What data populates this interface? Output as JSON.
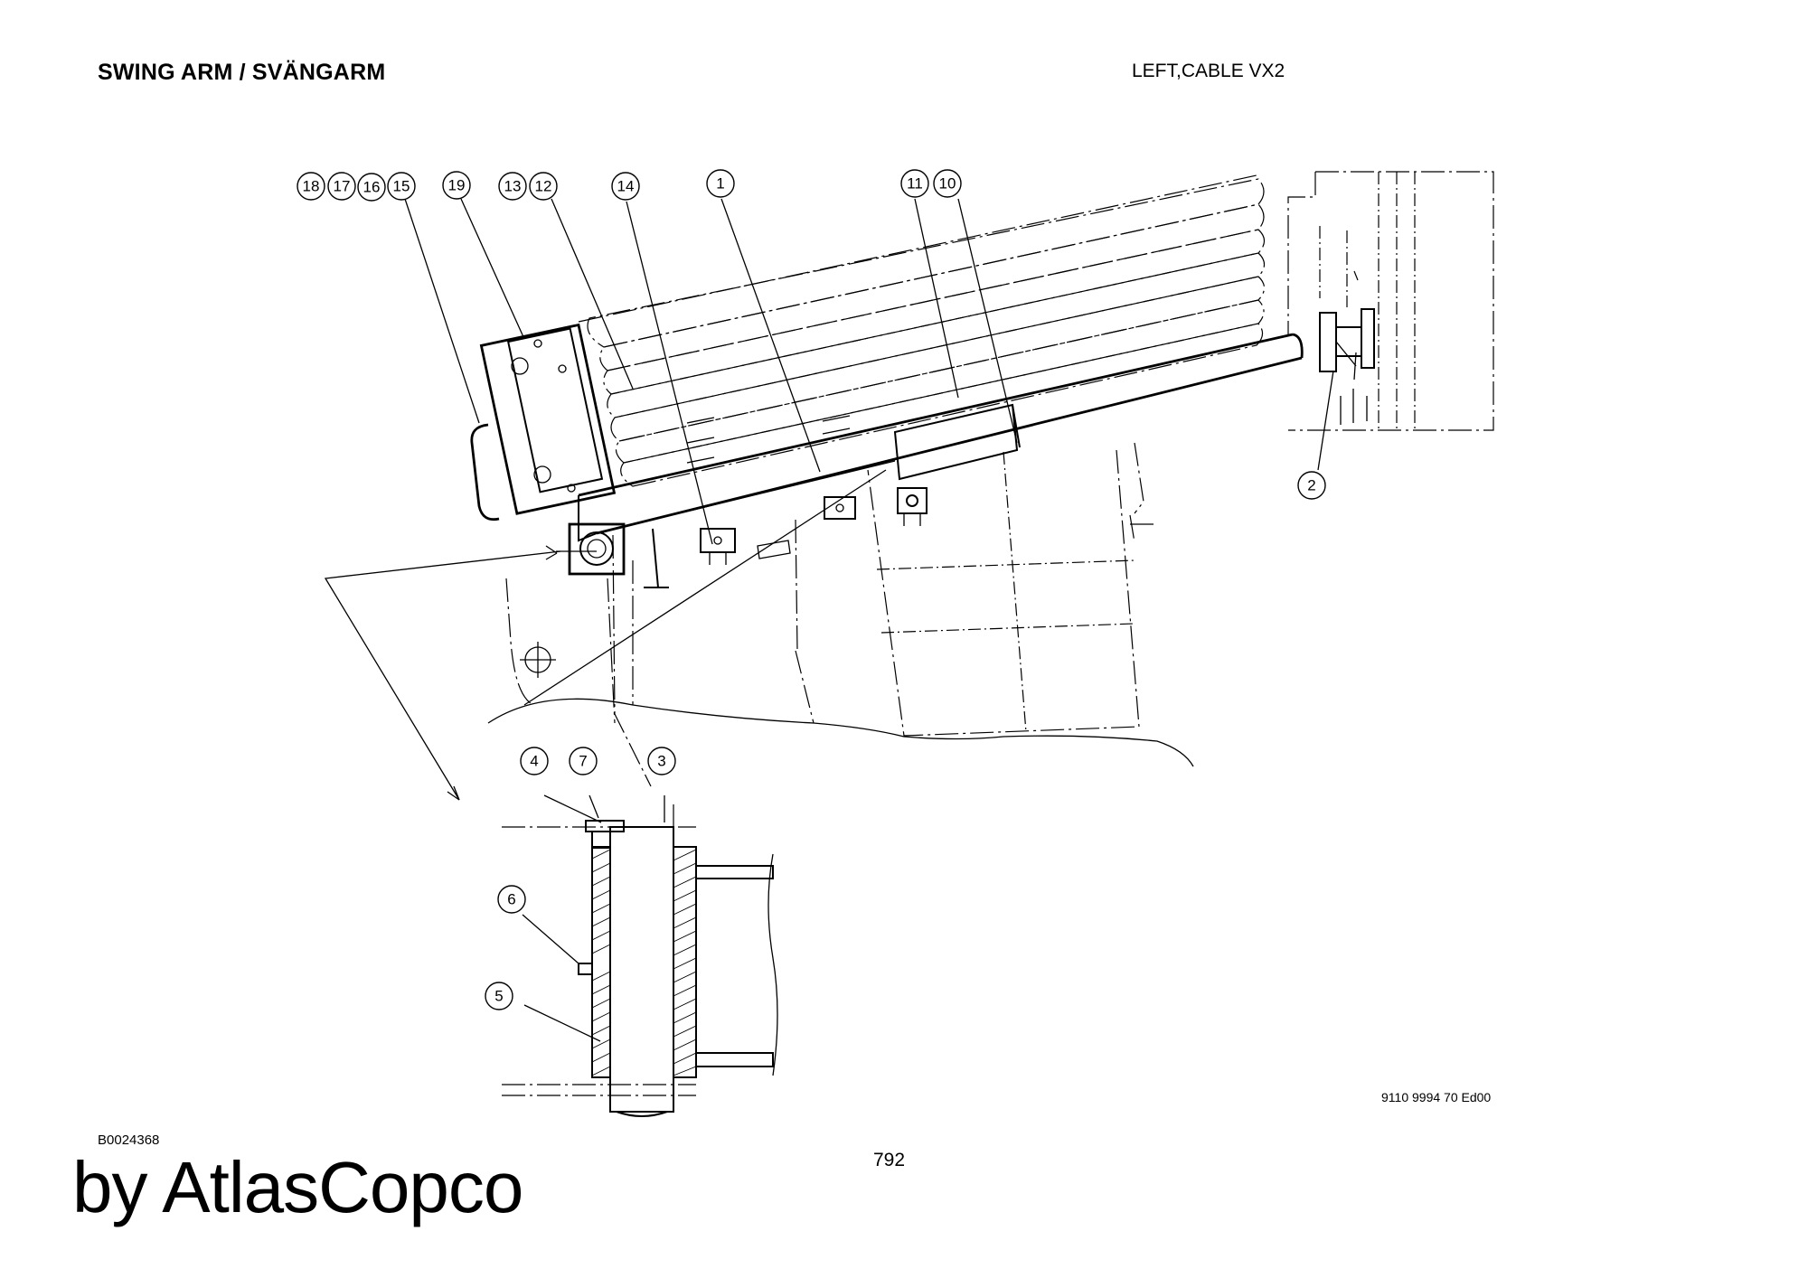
{
  "header": {
    "title": "SWING ARM / SVÄNGARM",
    "subtitle": "LEFT,CABLE VX2"
  },
  "footer": {
    "drawing_number": "9110 9994 70 Ed00",
    "image_id": "B0024368",
    "page_number": "792",
    "brand": "by AtlasCopco"
  },
  "callouts": [
    "18",
    "17",
    "16",
    "15",
    "19",
    "13",
    "12",
    "14",
    "1",
    "11",
    "10",
    "2",
    "4",
    "7",
    "3",
    "6",
    "5"
  ]
}
